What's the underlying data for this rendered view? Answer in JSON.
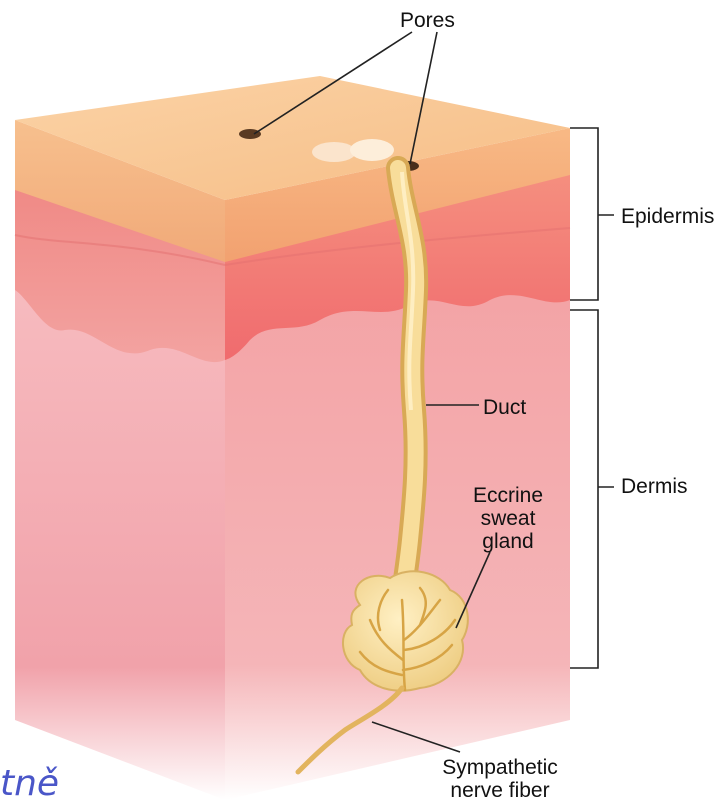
{
  "labels": {
    "pores": "Pores",
    "epidermis": "Epidermis",
    "dermis": "Dermis",
    "duct": "Duct",
    "gland": [
      "Eccrine",
      "sweat",
      "gland"
    ],
    "nerve": [
      "Sympathetic",
      "nerve fiber"
    ]
  },
  "slide_fragment": "tně",
  "colors": {
    "skin_top": "#f8c791",
    "epidermis_band": "#f28d8d",
    "dermis": "#f6b3b6",
    "duct": "#f1d38c",
    "slide_text": "#4a56c8"
  }
}
